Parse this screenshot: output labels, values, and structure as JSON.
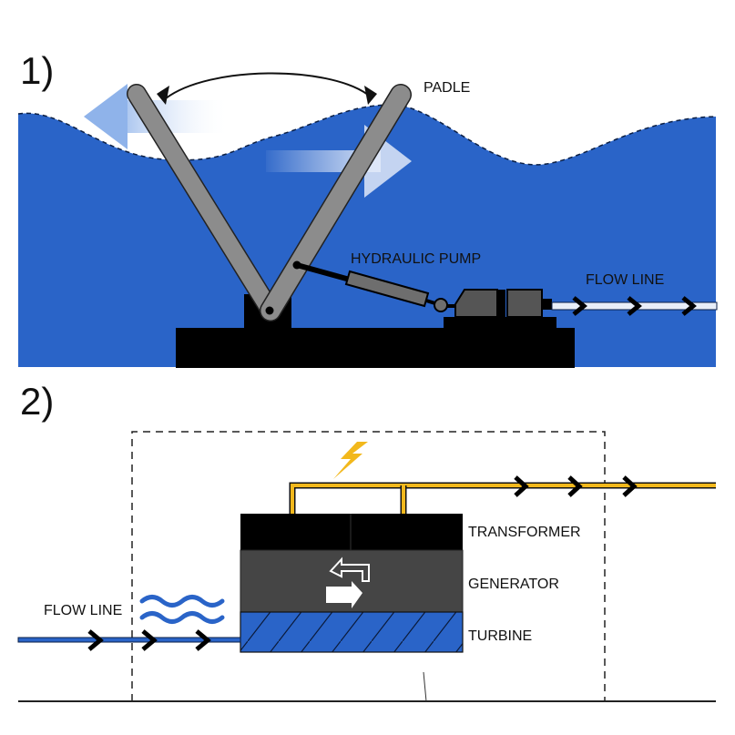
{
  "panel1": {
    "number": "1)",
    "labels": {
      "paddle": "PADLE",
      "pump": "HYDRAULIC PUMP",
      "flow_line": "FLOW LINE"
    }
  },
  "panel2": {
    "number": "2)",
    "labels": {
      "flow_line": "FLOW LINE",
      "transformer": "TRANSFORMER",
      "generator": "GENERATOR",
      "turbine": "TURBINE"
    }
  },
  "colors": {
    "water": "#2a64c8",
    "paddle": "#8c8c8c",
    "machine": "#000000",
    "generator": "#444444",
    "power_line": "#f2b81c",
    "flow_pipe": "#2a64c8"
  },
  "icons": [
    "double-arrow-icon",
    "wave-arrow-icon",
    "lightning-icon",
    "water-waves-icon",
    "swap-arrows-icon",
    "chevron-icon"
  ]
}
